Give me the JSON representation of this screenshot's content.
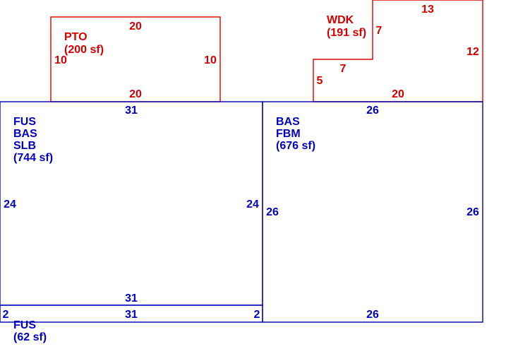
{
  "colors": {
    "upper_outline": "#e00000",
    "upper_text": "#d40000",
    "main_outline": "#0000c0",
    "main_text": "#0000c0",
    "background": "#ffffff"
  },
  "areas": {
    "pto": {
      "code": "PTO",
      "area": "(200 sf)",
      "dims": {
        "top": "20",
        "bottom": "20",
        "left": "10",
        "right": "10"
      }
    },
    "wdk": {
      "code": "WDK",
      "area": "(191 sf)",
      "dims": {
        "top": "13",
        "right": "12",
        "bottom": "20",
        "left": "5",
        "step_h": "7",
        "step_v": "7"
      }
    },
    "left": {
      "codes": [
        "FUS",
        "BAS",
        "SLB"
      ],
      "area": "(744 sf)",
      "dims": {
        "top": "31",
        "bottom": "31",
        "left": "24",
        "right": "24"
      }
    },
    "right": {
      "codes": [
        "BAS",
        "FBM"
      ],
      "area": "(676 sf)",
      "dims": {
        "top": "26",
        "bottom": "26",
        "left": "26",
        "right": "26"
      }
    },
    "strip": {
      "codes": [
        "FUS"
      ],
      "area": "(62 sf)",
      "dims": {
        "top": "31",
        "left": "2",
        "right": "2"
      }
    }
  }
}
